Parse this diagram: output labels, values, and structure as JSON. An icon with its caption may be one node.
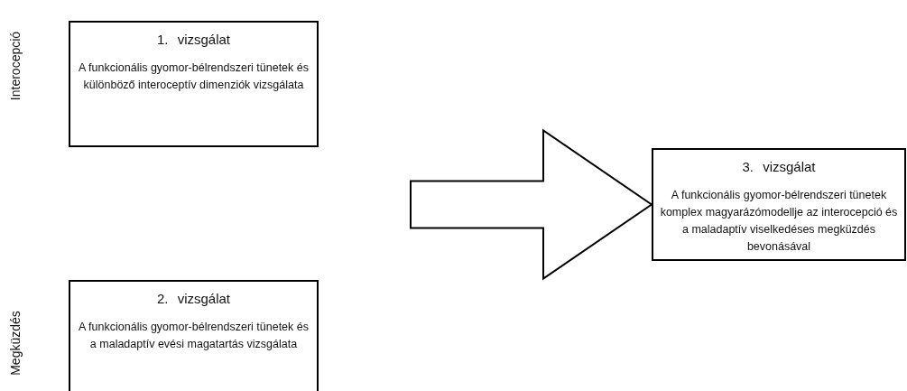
{
  "diagram": {
    "nodes": [
      {
        "text": [
          "1. vizsgálat",
          "A funkcionális gyomor-bélrendszeri tünetek és különböző interoceptív dimenziók vizsgálata"
        ]
      },
      {
        "text": [
          "2. vizsgálat",
          "A funkcionális gyomor-bélrendszeri tünetek és a maladaptív evési magatartás vizsgálata"
        ]
      },
      {
        "text": [
          "3. vizsgálat",
          "A funkcionális gyomor-bélrendszeri tünetek komplex magyarázómodellje az interocepció és a maladaptív viselkedéses megküzdés bevonásával"
        ]
      }
    ],
    "edges": [
      {
        "from": null,
        "to": 2,
        "arrow": "to",
        "style": "thick"
      }
    ],
    "labels": [
      "Interocepció",
      "Megküzdés"
    ]
  }
}
